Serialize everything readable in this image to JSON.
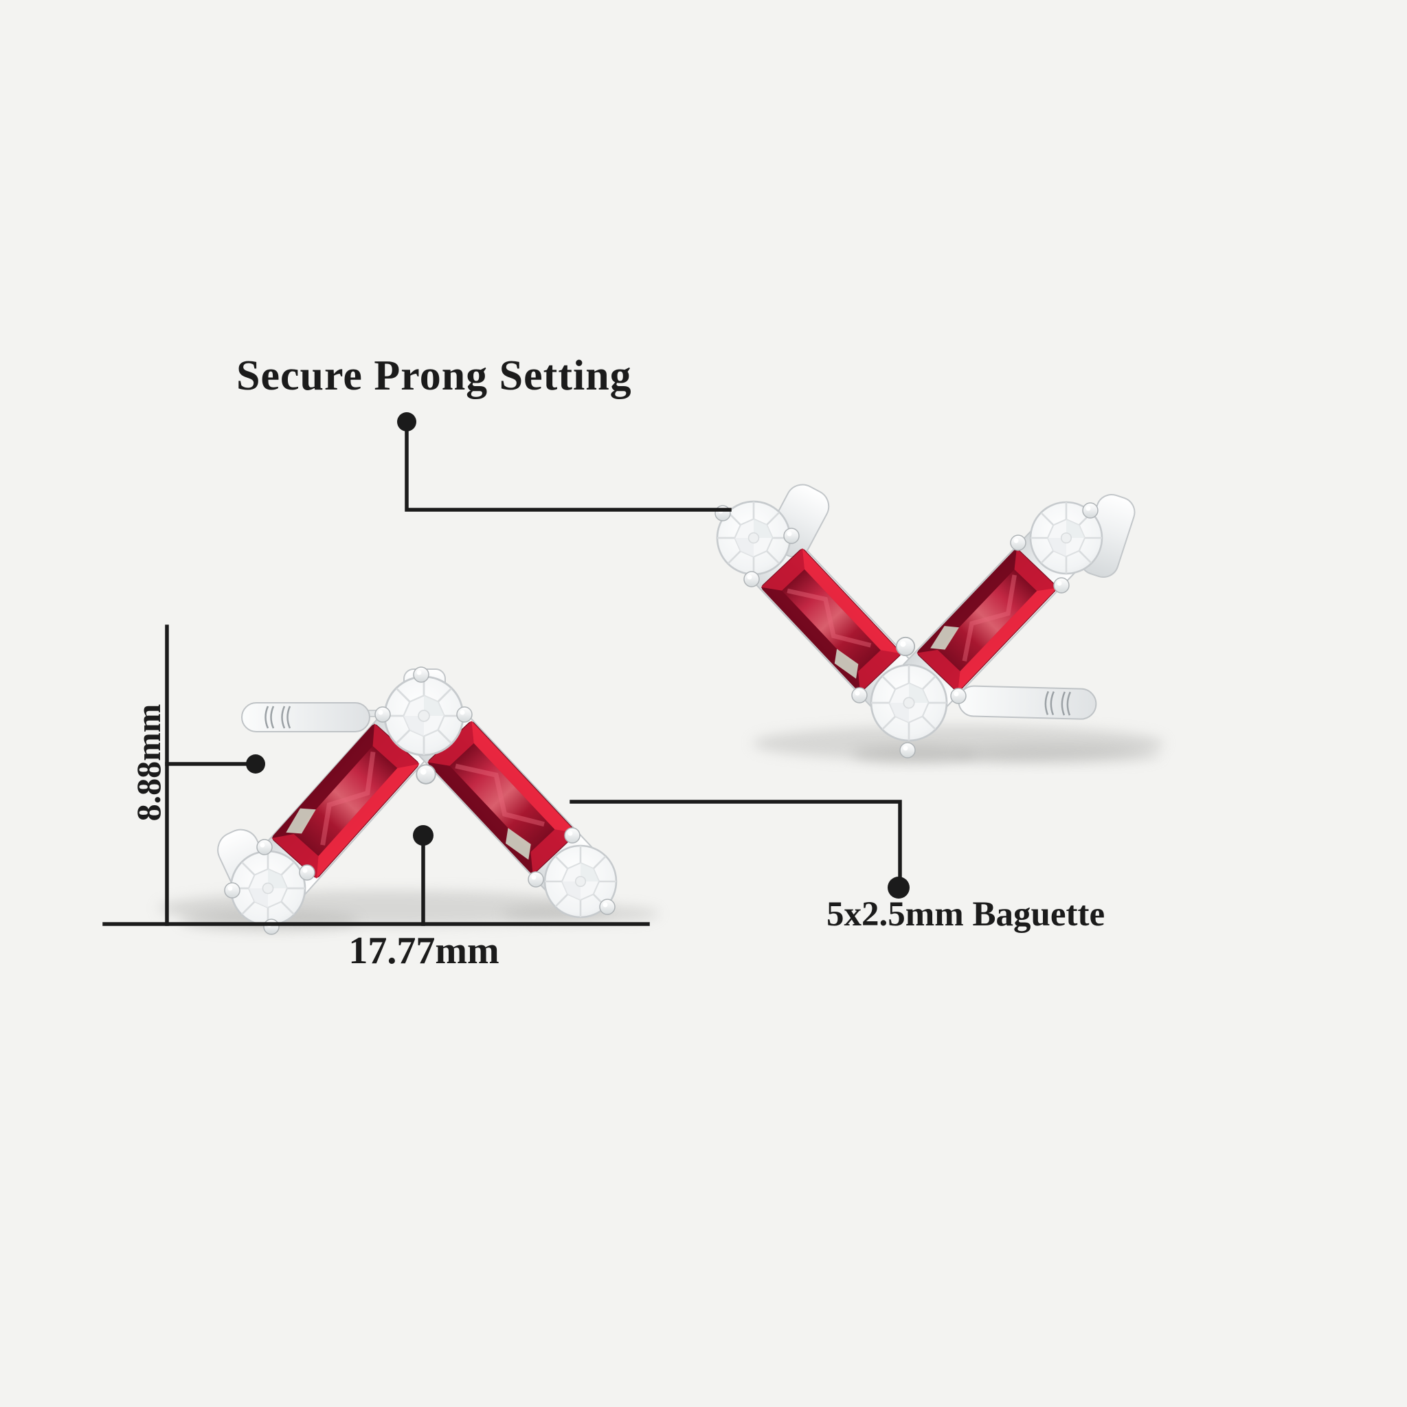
{
  "annotations": {
    "title": "Secure Prong Setting",
    "height": "8.88mm",
    "width": "17.77mm",
    "stone": "5x2.5mm Baguette"
  },
  "colors": {
    "background": "#f3f3f1",
    "annotation": "#1b1b1b",
    "ruby": "#b51230",
    "ruby_bright": "#ea2840",
    "ruby_dark": "#6f0a1d",
    "metal": "#eef0f1",
    "metal_edge": "#c2c6c9",
    "diamond": "#ffffff"
  }
}
